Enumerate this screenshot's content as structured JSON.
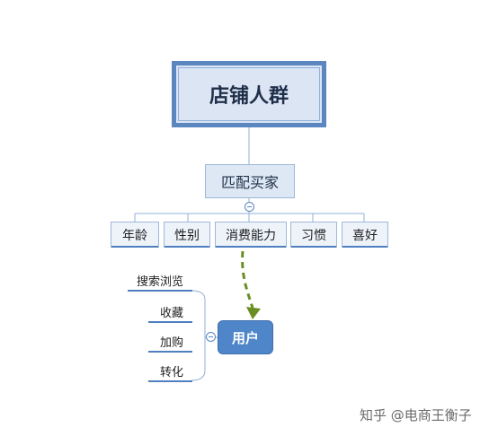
{
  "diagram": {
    "root": {
      "label": "店铺人群"
    },
    "middle": {
      "label": "匹配买家"
    },
    "attributes": [
      "年龄",
      "性别",
      "消费能力",
      "习惯",
      "喜好"
    ],
    "user": {
      "label": "用户"
    },
    "behaviors": [
      "搜索浏览",
      "收藏",
      "加购",
      "转化"
    ]
  },
  "watermark": {
    "text": "知乎 @电商王衡子"
  },
  "colors": {
    "box_border": "#5b86bf",
    "box_fill": "#dbe5f3",
    "user_fill": "#4f86c9",
    "arrow": "#6b8e23"
  }
}
